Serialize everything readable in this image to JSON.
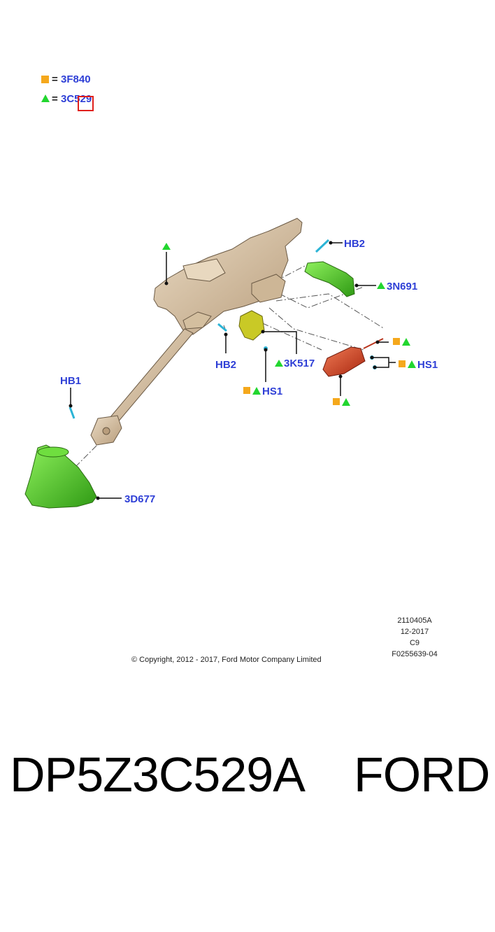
{
  "legend": [
    {
      "symbol": "square",
      "eq": "=",
      "code": "3F840"
    },
    {
      "symbol": "triangle",
      "eq": "=",
      "code": "3C529"
    }
  ],
  "callouts": {
    "hb2_top": "HB2",
    "n3n691": "3N691",
    "hb2_mid": "HB2",
    "n3k517": "3K517",
    "hs1_mid": "HS1",
    "hs1_right": "HS1",
    "hb1": "HB1",
    "n3d677": "3D677"
  },
  "meta": {
    "line1": "2110405A",
    "line2": "12-2017",
    "line3": "C9",
    "line4": "F0255639-04"
  },
  "copyright": "© Copyright, 2012 - 2017, Ford Motor Company Limited",
  "caption": {
    "part_number": "DP5Z3C529A",
    "brand": "FORD"
  },
  "colors": {
    "label_blue": "#2e3fd6",
    "square_orange": "#f5a81c",
    "triangle_green": "#22d62f",
    "highlight_red": "#e0201c",
    "column_beige": "#d8c3a5",
    "part_green": "#4fce2a",
    "part_yellow": "#c9c926",
    "part_red": "#d6452a"
  }
}
